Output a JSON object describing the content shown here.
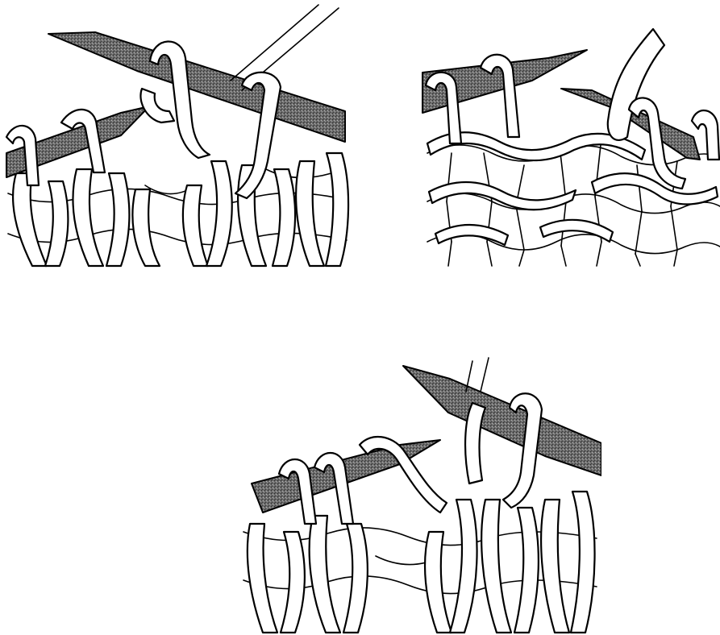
{
  "figure": {
    "panels": [
      {
        "id": "panel-1",
        "depiction": "needles-inserted-into-stitches"
      },
      {
        "id": "panel-2",
        "depiction": "yarn-wrapped-around-needle"
      },
      {
        "id": "panel-3",
        "depiction": "new-stitch-on-needle"
      }
    ],
    "colors": {
      "line": "#000000",
      "needle_fill": "#555555",
      "background": "#ffffff"
    }
  }
}
